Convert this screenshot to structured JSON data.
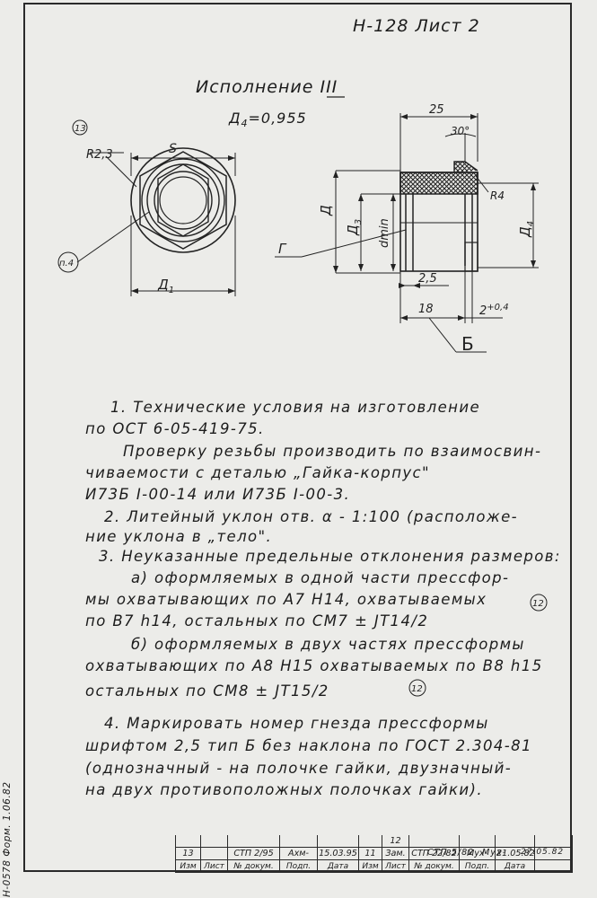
{
  "header": {
    "sheet_title": "Н-128  Лист 2",
    "variant_title": "Исполнение III",
    "diameter_value": "Д",
    "diameter_subscript": "4",
    "diameter_number": "=0,955"
  },
  "drawing": {
    "left_view": {
      "callout_13": "13",
      "radius_label": "R2,3",
      "s_label": "S",
      "callout_p4": "п.4",
      "d1_label": "Д",
      "d1_sub": "1"
    },
    "section_view": {
      "dim_25": "25",
      "dim_30": "30°",
      "r4": "R4",
      "d_label": "Д",
      "d3_label": "Д",
      "d3_sub": "3",
      "dmin_label": "dmin",
      "d4_label": "Д",
      "d4_sub": "4",
      "dim_2_5": "2,5",
      "dim_18": "18",
      "dim_2": "2",
      "dim_tol": "+0,4",
      "g_label": "Г",
      "b_label": "Б"
    }
  },
  "notes": [
    "1. Технические условия на изготовление",
    "по ОСТ 6-05-419-75.",
    "Проверку резьбы производить по взаимосвин-",
    "чиваемости с деталью „Гайка-корпус\"",
    "И73Б I-00-14 или И73Б I-00-3.",
    "2. Литейный уклон отв. α - 1:100 (расположе-",
    "ние уклона в „тело\".",
    "3. Неуказанные предельные отклонения размеров:",
    "а) оформляемых в одной части прессфор-",
    "мы охватывающих по А7 H14, охватываемых",
    "по В7 h14, остальных по СМ7 ± JT14/2",
    "б) оформляемых в двух частях прессформы",
    "охватывающих по А8 H15 охватываемых по В8 h15",
    "остальных по СМ8 ± JT15/2",
    "4. Маркировать номер гнезда прессформы",
    "шрифтом 2,5 тип Б без наклона по ГОСТ 2.304-81",
    "(однозначный - на полочке гайки, двузначный-",
    "на двух противоположных полочках гайки)."
  ],
  "notes_callout": "12",
  "side_stamp": "Н-0578   Форм. 1.06.82",
  "stamp": {
    "row1": [
      "",
      "",
      "",
      "",
      "",
      "",
      "12",
      "",
      "",
      "",
      ""
    ],
    "row2": [
      "13",
      "",
      "СТП 2/95",
      "Ахм-",
      "15.03.95",
      "11",
      "Зам.",
      "СТП 22/82",
      "Мух-",
      "21.05.82",
      ""
    ],
    "row3": [
      "",
      "",
      "",
      "",
      "",
      "",
      "",
      "СТП 5/82",
      "Мух-",
      "27.05.82",
      ""
    ],
    "headers": [
      "Изм",
      "Лист",
      "№ докум.",
      "Подп.",
      "Дата",
      "Изм",
      "Лист",
      "№ докум.",
      "Подп.",
      "Дата"
    ]
  },
  "colors": {
    "paper": "#ecece9",
    "ink": "#1c1c1c"
  }
}
